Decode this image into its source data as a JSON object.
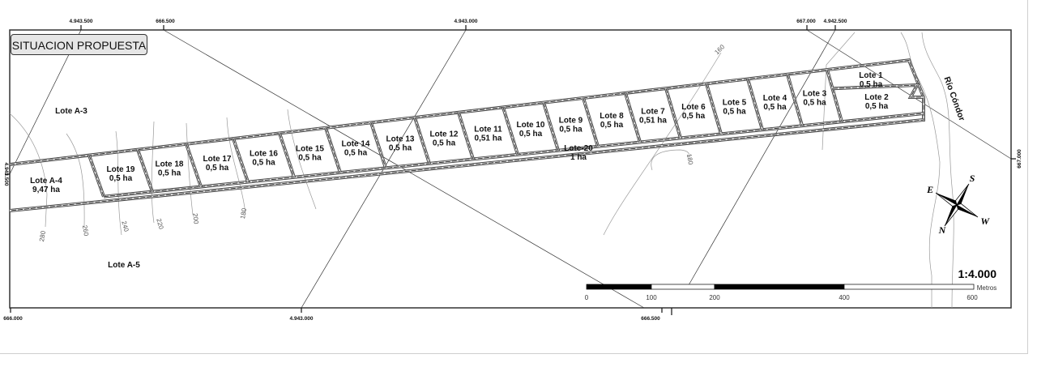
{
  "title": "SITUACION PROPUESTA",
  "grid_labels": {
    "top": [
      "4.943.500",
      "666.500",
      "4.943.000",
      "667.000",
      "4.942.500"
    ],
    "bottom": [
      "666.000",
      "4.943.000",
      "666.500"
    ],
    "left": [
      "4.943.500"
    ],
    "right": [
      "667.000"
    ]
  },
  "lots": [
    {
      "name": "Lote 19",
      "area": "0,5 ha"
    },
    {
      "name": "Lote 18",
      "area": "0,5 ha"
    },
    {
      "name": "Lote 17",
      "area": "0,5 ha"
    },
    {
      "name": "Lote 16",
      "area": "0,5 ha"
    },
    {
      "name": "Lote 15",
      "area": "0,5 ha"
    },
    {
      "name": "Lote 14",
      "area": "0,5 ha"
    },
    {
      "name": "Lote 13",
      "area": "0,5 ha"
    },
    {
      "name": "Lote 12",
      "area": "0,5 ha"
    },
    {
      "name": "Lote 11",
      "area": "0,51 ha"
    },
    {
      "name": "Lote 10",
      "area": "0,5 ha"
    },
    {
      "name": "Lote 9",
      "area": "0,5 ha"
    },
    {
      "name": "Lote 8",
      "area": "0,5 ha"
    },
    {
      "name": "Lote 7",
      "area": "0,51 ha"
    },
    {
      "name": "Lote 6",
      "area": "0,5 ha"
    },
    {
      "name": "Lote 5",
      "area": "0,5 ha"
    },
    {
      "name": "Lote 4",
      "area": "0,5 ha"
    },
    {
      "name": "Lote 3",
      "area": "0,5 ha"
    },
    {
      "name": "Lote 1",
      "area": "0,5 ha"
    },
    {
      "name": "Lote 2",
      "area": "0,5 ha"
    },
    {
      "name": "Lote-20",
      "area": "1 ha"
    },
    {
      "name": "Lote A-4",
      "area": "9,47 ha"
    }
  ],
  "areas": {
    "a3": "Lote A-3",
    "a5": "Lote A-5"
  },
  "river": "Río Cóndor",
  "contours": [
    "280",
    "260",
    "240",
    "220",
    "200",
    "180",
    "160",
    "180"
  ],
  "compass": {
    "n": "N",
    "e": "E",
    "s": "S",
    "w": "W"
  },
  "scale": {
    "ratio": "1:4.000",
    "unit": "Metros",
    "ticks": [
      "0",
      "100",
      "200",
      "400",
      "600"
    ]
  }
}
